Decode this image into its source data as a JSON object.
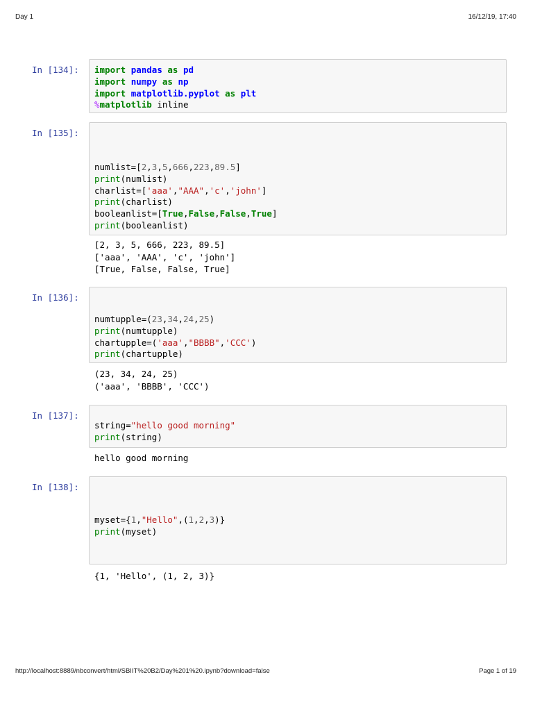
{
  "header": {
    "title": "Day 1",
    "datetime": "16/12/19, 17:40"
  },
  "footer": {
    "url": "http://localhost:8889/nbconvert/html/SBIIT%20B2/Day%201%20.ipynb?download=false",
    "page": "Page 1 of 19"
  },
  "cells": [
    {
      "prompt": "In [134]:",
      "code_lines": [
        [
          [
            "kw",
            "import"
          ],
          [
            "t",
            " "
          ],
          [
            "nm",
            "pandas"
          ],
          [
            "t",
            " "
          ],
          [
            "kw",
            "as"
          ],
          [
            "t",
            " "
          ],
          [
            "nm",
            "pd"
          ]
        ],
        [
          [
            "kw",
            "import"
          ],
          [
            "t",
            " "
          ],
          [
            "nm",
            "numpy"
          ],
          [
            "t",
            " "
          ],
          [
            "kw",
            "as"
          ],
          [
            "t",
            " "
          ],
          [
            "nm",
            "np"
          ]
        ],
        [
          [
            "kw",
            "import"
          ],
          [
            "t",
            " "
          ],
          [
            "nm",
            "matplotlib.pyplot"
          ],
          [
            "t",
            " "
          ],
          [
            "kw",
            "as"
          ],
          [
            "t",
            " "
          ],
          [
            "nm",
            "plt"
          ]
        ],
        [
          [
            "mag",
            "%"
          ],
          [
            "kw",
            "matplotlib"
          ],
          [
            "t",
            " inline"
          ]
        ]
      ],
      "output": []
    },
    {
      "prompt": "In [135]:",
      "code_lines": [
        [
          [
            "t",
            "numlist=["
          ],
          [
            "num",
            "2"
          ],
          [
            "t",
            ","
          ],
          [
            "num",
            "3"
          ],
          [
            "t",
            ","
          ],
          [
            "num",
            "5"
          ],
          [
            "t",
            ","
          ],
          [
            "num",
            "666"
          ],
          [
            "t",
            ","
          ],
          [
            "num",
            "223"
          ],
          [
            "t",
            ","
          ],
          [
            "num",
            "89.5"
          ],
          [
            "t",
            "]"
          ]
        ],
        [
          [
            "bi",
            "print"
          ],
          [
            "t",
            "(numlist)"
          ]
        ],
        [
          [
            "t",
            "charlist=["
          ],
          [
            "str",
            "'aaa'"
          ],
          [
            "t",
            ","
          ],
          [
            "str",
            "\"AAA\""
          ],
          [
            "t",
            ","
          ],
          [
            "str",
            "'c'"
          ],
          [
            "t",
            ","
          ],
          [
            "str",
            "'john'"
          ],
          [
            "t",
            "]"
          ]
        ],
        [
          [
            "bi",
            "print"
          ],
          [
            "t",
            "(charlist)"
          ]
        ],
        [
          [
            "t",
            "booleanlist=["
          ],
          [
            "kw",
            "True"
          ],
          [
            "t",
            ","
          ],
          [
            "kw",
            "False"
          ],
          [
            "t",
            ","
          ],
          [
            "kw",
            "False"
          ],
          [
            "t",
            ","
          ],
          [
            "kw",
            "True"
          ],
          [
            "t",
            "]"
          ]
        ],
        [
          [
            "bi",
            "print"
          ],
          [
            "t",
            "(booleanlist)"
          ]
        ]
      ],
      "output": [
        "[2, 3, 5, 666, 223, 89.5]",
        "['aaa', 'AAA', 'c', 'john']",
        "[True, False, False, True]"
      ]
    },
    {
      "prompt": "In [136]:",
      "code_lines": [
        [
          [
            "t",
            "numtupple=("
          ],
          [
            "num",
            "23"
          ],
          [
            "t",
            ","
          ],
          [
            "num",
            "34"
          ],
          [
            "t",
            ","
          ],
          [
            "num",
            "24"
          ],
          [
            "t",
            ","
          ],
          [
            "num",
            "25"
          ],
          [
            "t",
            ")"
          ]
        ],
        [
          [
            "bi",
            "print"
          ],
          [
            "t",
            "(numtupple)"
          ]
        ],
        [
          [
            "t",
            "chartupple=("
          ],
          [
            "str",
            "'aaa'"
          ],
          [
            "t",
            ","
          ],
          [
            "str",
            "\"BBBB\""
          ],
          [
            "t",
            ","
          ],
          [
            "str",
            "'CCC'"
          ],
          [
            "t",
            ")"
          ]
        ],
        [
          [
            "bi",
            "print"
          ],
          [
            "t",
            "(chartupple)"
          ]
        ]
      ],
      "output": [
        "(23, 34, 24, 25)",
        "('aaa', 'BBBB', 'CCC')"
      ]
    },
    {
      "prompt": "In [137]:",
      "code_lines": [
        [
          [
            "t",
            "string="
          ],
          [
            "str",
            "\"hello good morning\""
          ]
        ],
        [
          [
            "bi",
            "print"
          ],
          [
            "t",
            "(string)"
          ]
        ]
      ],
      "output": [
        "hello good morning"
      ]
    },
    {
      "prompt": "In [138]:",
      "code_lines": [
        [
          [
            "t",
            "myset={"
          ],
          [
            "num",
            "1"
          ],
          [
            "t",
            ","
          ],
          [
            "str",
            "\"Hello\""
          ],
          [
            "t",
            ",("
          ],
          [
            "num",
            "1"
          ],
          [
            "t",
            ","
          ],
          [
            "num",
            "2"
          ],
          [
            "t",
            ","
          ],
          [
            "num",
            "3"
          ],
          [
            "t",
            ")}"
          ]
        ],
        [
          [
            "bi",
            "print"
          ],
          [
            "t",
            "(myset)"
          ]
        ]
      ],
      "output": [
        "{1, 'Hello', (1, 2, 3)}"
      ]
    }
  ]
}
